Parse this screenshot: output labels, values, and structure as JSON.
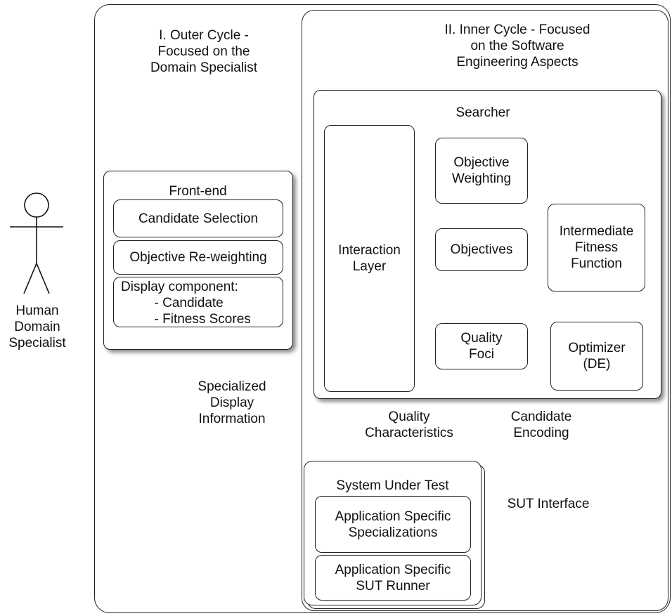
{
  "actor": {
    "label": "Human\nDomain\nSpecialist"
  },
  "cycles": {
    "outer": "I. Outer Cycle -\nFocused on the\nDomain Specialist",
    "inner": "II. Inner Cycle - Focused\non the Software\nEngineering Aspects"
  },
  "frontend": {
    "title": "Front-end",
    "candidate_selection": "Candidate Selection",
    "objective_reweighting": "Objective Re-weighting",
    "display_component": "Display component:\n         - Candidate\n         - Fitness Scores"
  },
  "searcher": {
    "title": "Searcher",
    "interaction_layer": "Interaction\nLayer",
    "objective_weighting": "Objective\nWeighting",
    "objectives": "Objectives",
    "intermediate_fitness": "Intermediate\nFitness\nFunction",
    "quality_foci": "Quality\nFoci",
    "optimizer": "Optimizer\n(DE)"
  },
  "edge_labels": {
    "specialized_display": "Specialized\nDisplay\nInformation",
    "quality_characteristics": "Quality\nCharacteristics",
    "candidate_encoding": "Candidate\nEncoding",
    "sut_interface": "SUT Interface"
  },
  "sut": {
    "title": "System Under Test",
    "specializations": "Application Specific\nSpecializations",
    "runner": "Application Specific\nSUT Runner"
  }
}
